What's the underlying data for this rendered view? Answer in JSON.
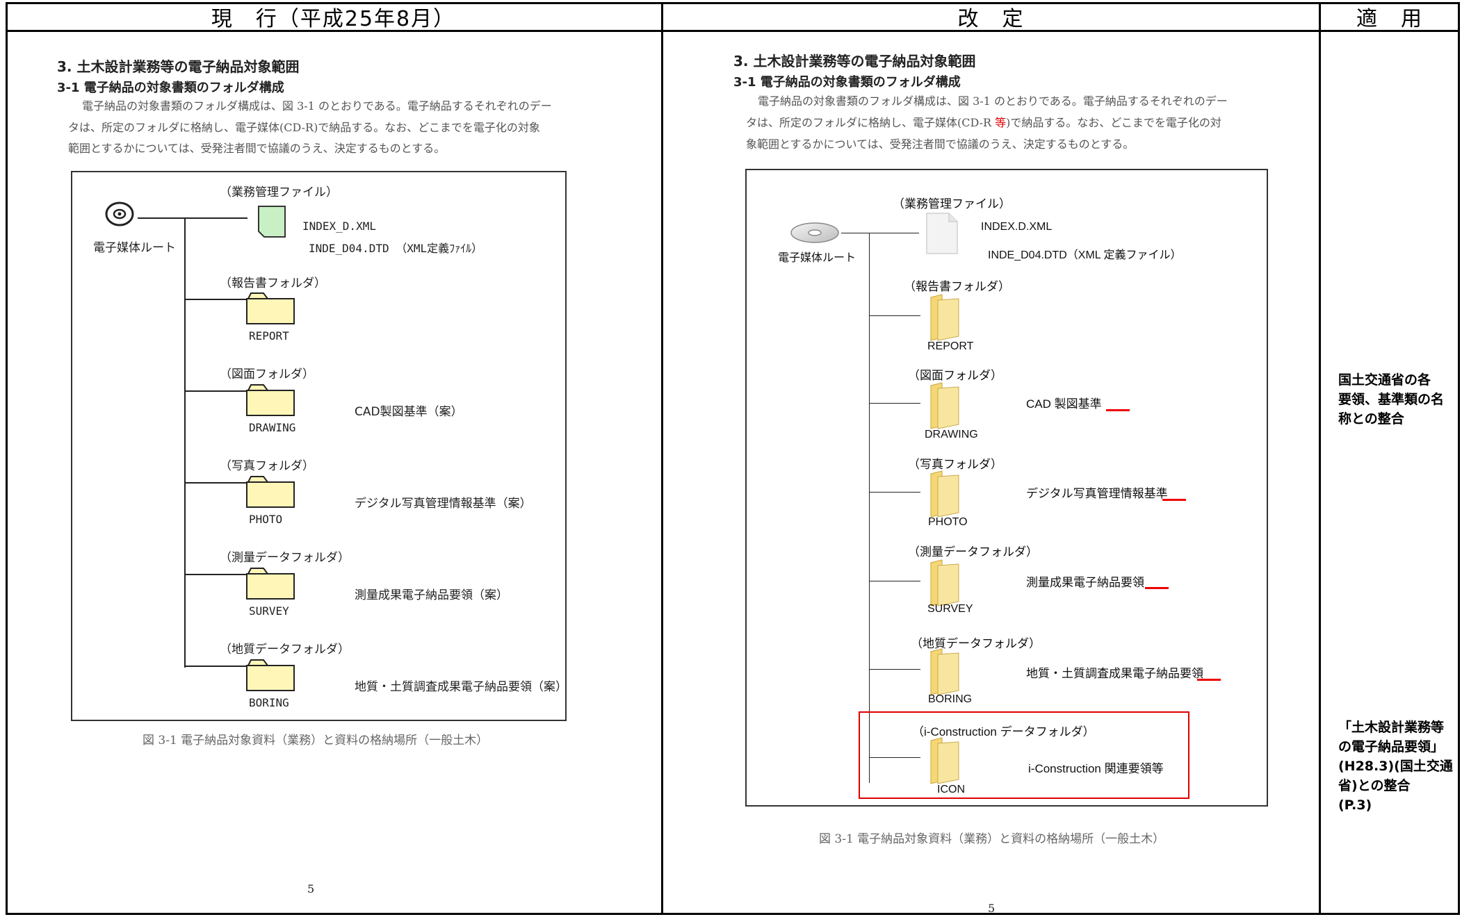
{
  "header": {
    "col_current": "現　行（平成25年8月）",
    "col_revised": "改　定",
    "col_apply": "適　用"
  },
  "old": {
    "title": "3.  土木設計業務等の電子納品対象範囲",
    "subtitle": "3-1  電子納品の対象書類のフォルダ構成",
    "para": [
      "電子納品の対象書類のフォルダ構成は、図 3-1 のとおりである。電子納品するそれぞれのデー",
      "タは、所定のフォルダに格納し、電子媒体(CD-R)で納品する。なお、どこまでを電子化の対象",
      "範囲とするかについては、受発注者間で協議のうえ、決定するものとする。"
    ],
    "root_label": "電子媒体ルート",
    "mgmt_group": "（業務管理ファイル）",
    "file1": "INDEX_D.XML",
    "file2": "INDE_D04.DTD  （XML定義ﾌｧｲﾙ）",
    "folders": [
      {
        "group": "（報告書フォルダ）",
        "name": "REPORT",
        "std": ""
      },
      {
        "group": "（図面フォルダ）",
        "name": "DRAWING",
        "std": "CAD製図基準（案）"
      },
      {
        "group": "（写真フォルダ）",
        "name": "PHOTO",
        "std": "デジタル写真管理情報基準（案）"
      },
      {
        "group": "（測量データフォルダ）",
        "name": "SURVEY",
        "std": "測量成果電子納品要領（案）"
      },
      {
        "group": "（地質データフォルダ）",
        "name": "BORING",
        "std": "地質・土質調査成果電子納品要領（案）"
      }
    ],
    "caption": "図 3-1  電子納品対象資料（業務）と資料の格納場所（一般土木）",
    "page": "5"
  },
  "new": {
    "title": "3.  土木設計業務等の電子納品対象範囲",
    "subtitle": "3-1  電子納品の対象書類のフォルダ構成",
    "para1_a": "電子納品の対象書類のフォルダ構成は、図 3-1 のとおりである。電子納品するそれぞれのデー",
    "para2_a": "タは、所定のフォルダに格納し、電子媒体(CD-R ",
    "para2_red": "等",
    "para2_b": ")で納品する。なお、どこまでを電子化の対",
    "para3": "象範囲とするかについては、受発注者間で協議のうえ、決定するものとする。",
    "root_label": "電子媒体ルート",
    "mgmt_group": "（業務管理ファイル）",
    "file1": "INDEX.D.XML",
    "file2": "INDE_D04.DTD（XML 定義ファイル）",
    "folders": [
      {
        "group": "（報告書フォルダ）",
        "name": "REPORT",
        "std": ""
      },
      {
        "group": "（図面フォルダ）",
        "name": "DRAWING",
        "std": "CAD 製図基準"
      },
      {
        "group": "（写真フォルダ）",
        "name": "PHOTO",
        "std": "デジタル写真管理情報基準"
      },
      {
        "group": "（測量データフォルダ）",
        "name": "SURVEY",
        "std": "測量成果電子納品要領"
      },
      {
        "group": "（地質データフォルダ）",
        "name": "BORING",
        "std": "地質・土質調査成果電子納品要領"
      },
      {
        "group": "（i-Construction データフォルダ）",
        "name": "ICON",
        "std": "i-Construction 関連要領等"
      }
    ],
    "caption": "図 3-1  電子納品対象資料（業務）と資料の格納場所（一般土木）",
    "page": "5"
  },
  "apply": {
    "note1": [
      "国土交通省の各",
      "要領、基準類の名",
      "称との整合"
    ],
    "note2": [
      "「土木設計業務等",
      "の電子納品要領」",
      "(H28.3)(国土交通",
      "省)との整合",
      "(P.3)"
    ]
  },
  "colors": {
    "highlight_red": "#e00000",
    "folder_old": "#fff6b8",
    "file_old": "#c9f0c4"
  }
}
